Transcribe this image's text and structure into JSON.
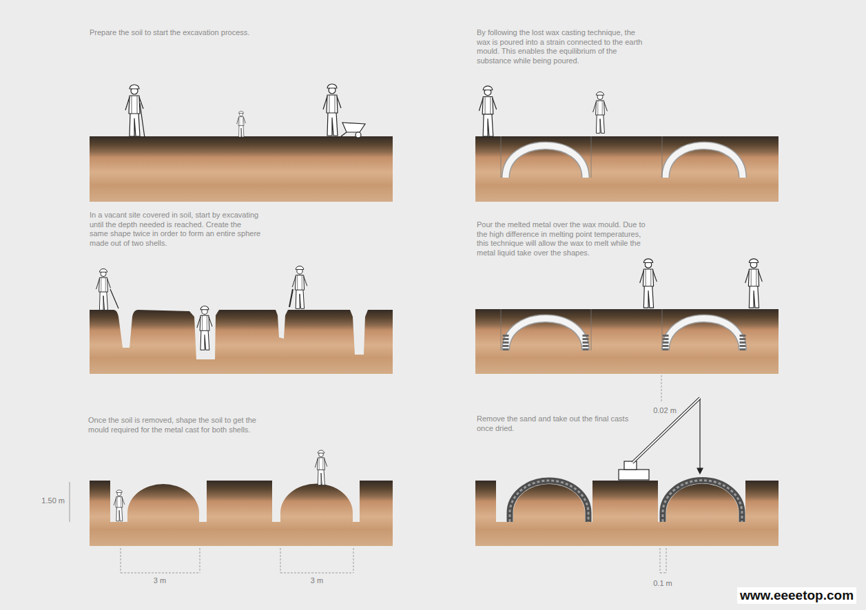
{
  "diagram": {
    "labels": [
      "Prepare the soil to start the excavation process.",
      "In a vacant site covered in soil, start by excavating until the depth needed is reached. Create the same shape twice in order to form an entire sphere made out of two shells.",
      "Once the soil is removed, shape the soil to get the mould required for the metal cast for both shells.",
      "1.50 m",
      "3 m",
      "3 m",
      "By following the lost wax casting technique, the wax is poured into a strain connected to the earth mould. This enables the equilibrium of the substance while being poured.",
      "Pour the melted metal over the wax mould. Due to the high difference in melting point temperatures, this technique will allow the wax to melt while the metal liquid take over the shapes.",
      "0.02 m",
      "Remove the sand and take out the final casts once dried.",
      "0.1 m",
      "www.eeeetop.com"
    ]
  }
}
